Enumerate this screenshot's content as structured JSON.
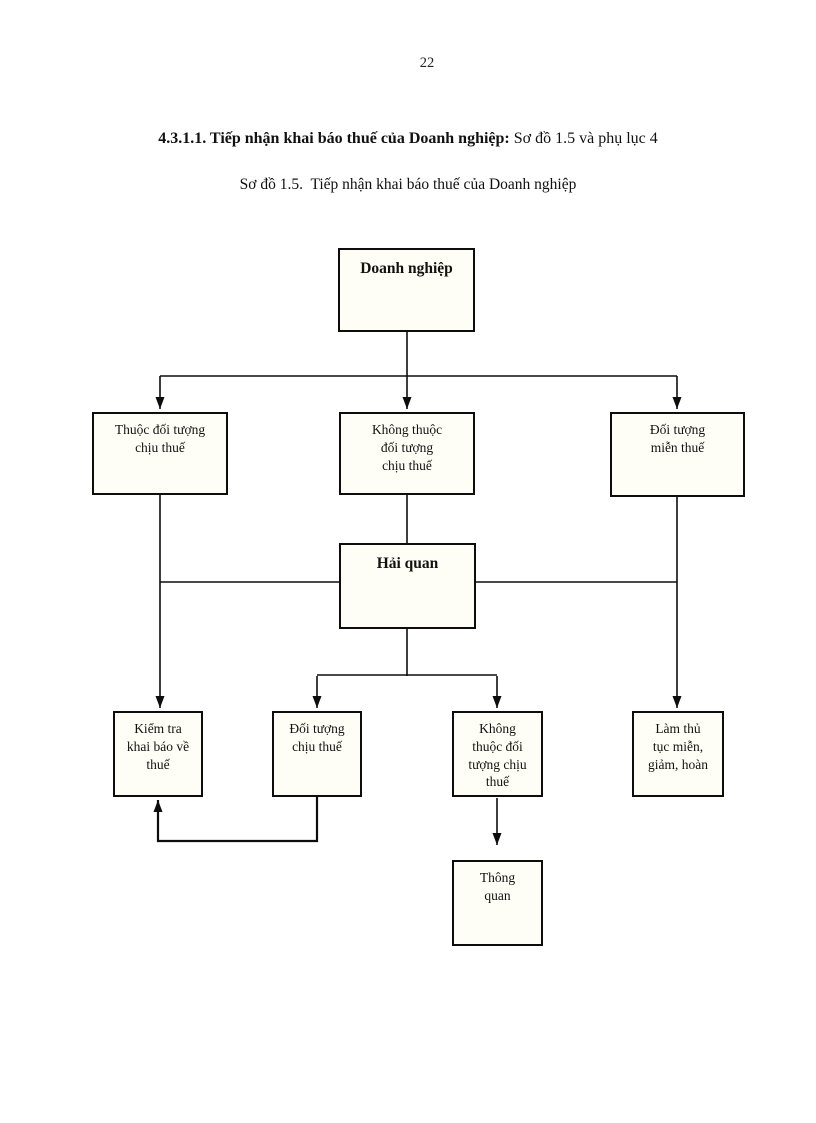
{
  "page_number": "22",
  "heading": {
    "bold": "4.3.1.1. Tiếp nhận khai báo thuế của Doanh nghiệp:",
    "rest": " Sơ đồ 1.5 và phụ lục 4"
  },
  "caption": "Sơ đồ 1.5.  Tiếp nhận khai báo thuế của Doanh nghiệp",
  "flowchart": {
    "doanh_nghiep": "Doanh nghiệp",
    "thuoc_doi_tuong": "Thuộc đối tượng\nchịu thuế",
    "khong_thuoc_doi_tuong": "Không thuộc\nđối tượng\nchịu thuế",
    "doi_tuong_mien_thue": "Đối tượng\nmiễn thuế",
    "hai_quan": "Hải quan",
    "kiem_tra_khai_bao": "Kiểm tra\nkhai báo về\nthuế",
    "doi_tuong_chiu_thue": "Đối tượng\nchịu thuế",
    "khong_thuoc_doi_tuong_2": "Không\nthuộc đối\ntượng chịu\nthuế",
    "lam_thu_tuc": "Làm thủ\ntục miễn,\ngiảm, hoàn",
    "thong_quan": "Thông\nquan"
  },
  "colors": {
    "line": "#0d0d0d",
    "box_border": "#0d0d0d",
    "box_fill": "#fffef6",
    "page_bg": "#ffffff"
  }
}
